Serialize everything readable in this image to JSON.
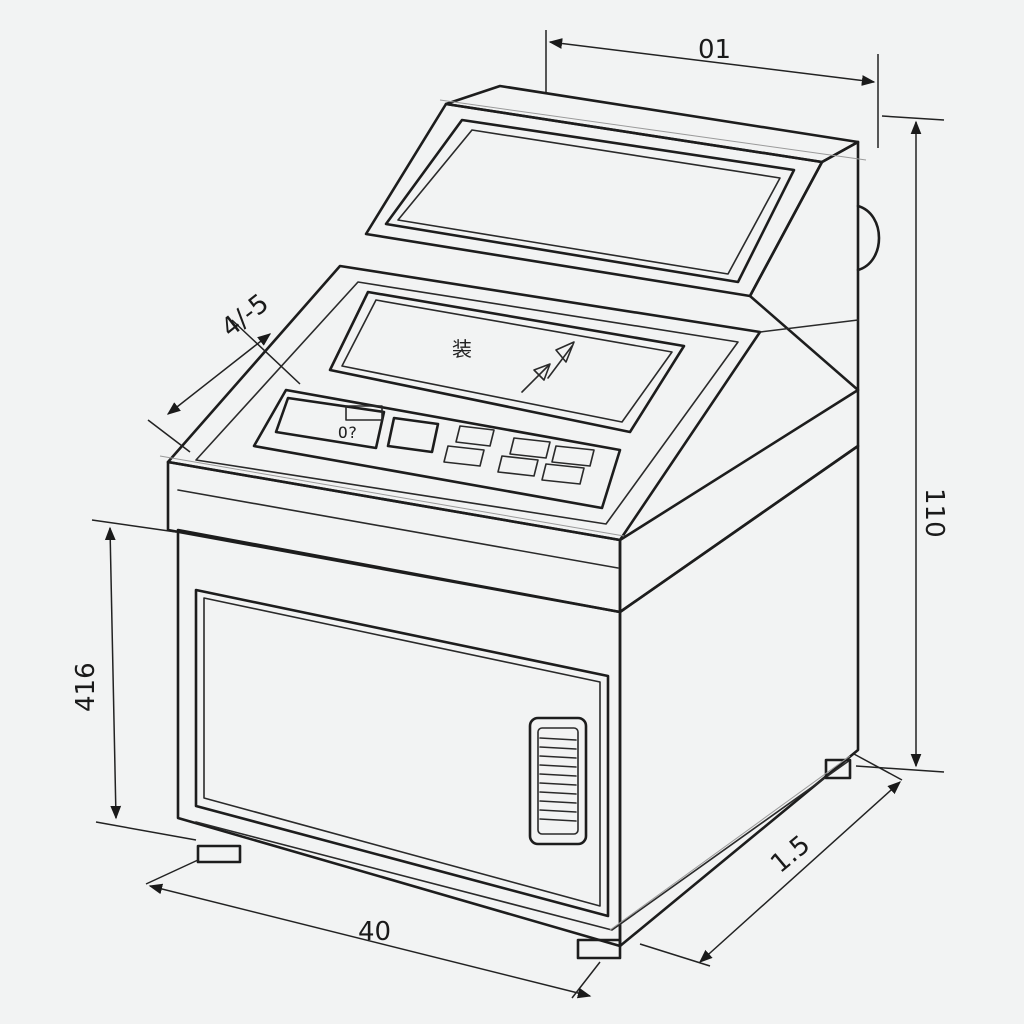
{
  "dimensions": {
    "top_width": "01",
    "height_right": "110",
    "panel_angle": "4/-5",
    "height_left": "416",
    "front_width": "40",
    "depth": "1.5"
  },
  "console": {
    "display_glyph": "装",
    "status_readout": "O?"
  },
  "colors": {
    "ink": "#1d1d1d",
    "paper": "#f2f3f3",
    "button_teal": "#bfe1dc",
    "button_pink": "#efc2c4",
    "button_orange": "#f2d3a8"
  }
}
